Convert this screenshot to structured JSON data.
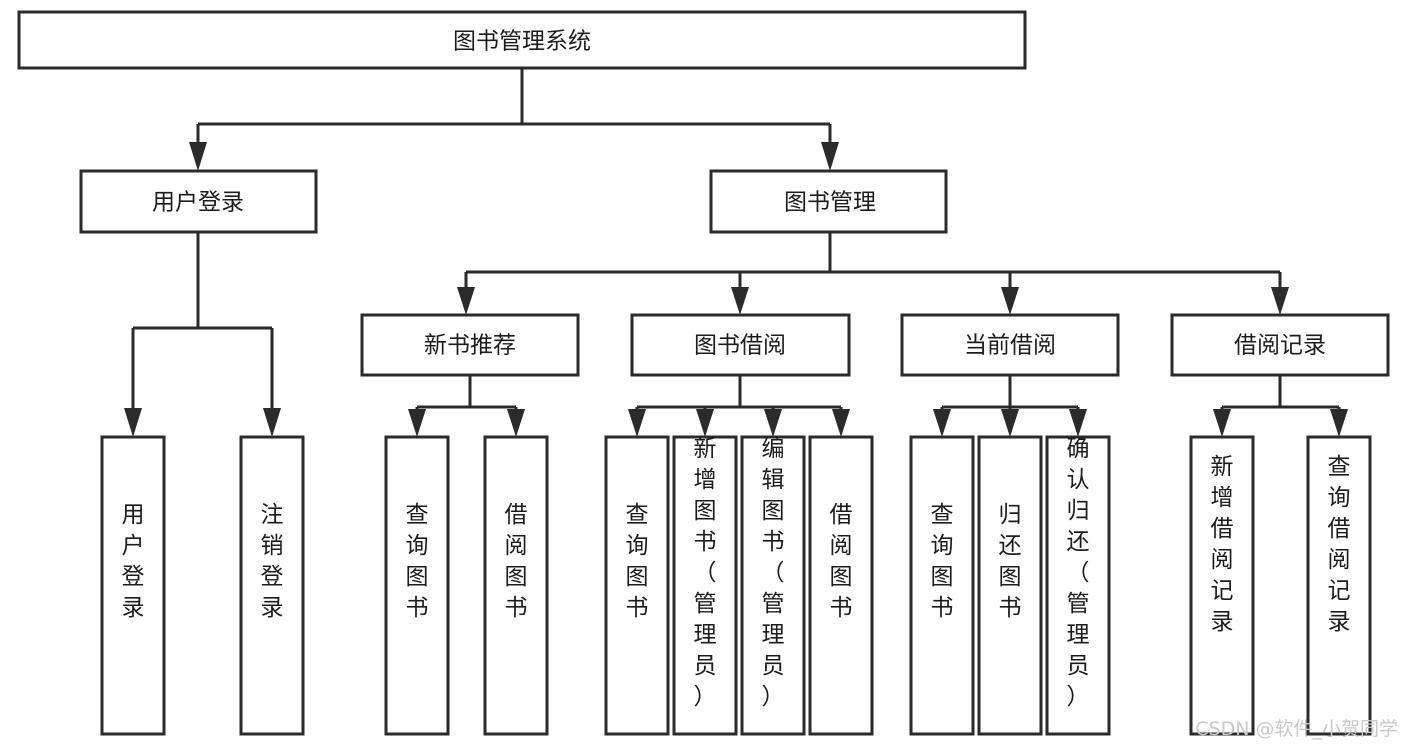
{
  "diagram": {
    "type": "tree-hierarchy",
    "title": "图书管理系统",
    "orientation": "top-down",
    "colors": {
      "box_stroke": "#2b2b2b",
      "box_fill": "#ffffff",
      "connector": "#2b2b2b",
      "text": "#1c1c1c",
      "watermark": "#c9c9c9",
      "background": "#ffffff"
    }
  },
  "root": {
    "label": "图书管理系统"
  },
  "level2": [
    {
      "label": "用户登录"
    },
    {
      "label": "图书管理"
    }
  ],
  "level3": [
    {
      "label": "新书推荐"
    },
    {
      "label": "图书借阅"
    },
    {
      "label": "当前借阅"
    },
    {
      "label": "借阅记录"
    }
  ],
  "leaves": {
    "user_login": [
      {
        "label": "用户登录"
      },
      {
        "label": "注销登录"
      }
    ],
    "new_book_recommend": [
      {
        "label": "查询图书"
      },
      {
        "label": "借阅图书"
      }
    ],
    "book_borrow": [
      {
        "label": "查询图书"
      },
      {
        "label": "新增图书（管理员）"
      },
      {
        "label": "编辑图书（管理员）"
      },
      {
        "label": "借阅图书"
      }
    ],
    "current_borrow": [
      {
        "label": "查询图书"
      },
      {
        "label": "归还图书"
      },
      {
        "label": "确认归还（管理员）"
      }
    ],
    "borrow_record": [
      {
        "label": "新增借阅记录"
      },
      {
        "label": "查询借阅记录"
      }
    ]
  },
  "watermark": {
    "text": "CSDN @软件_小贺同学"
  }
}
